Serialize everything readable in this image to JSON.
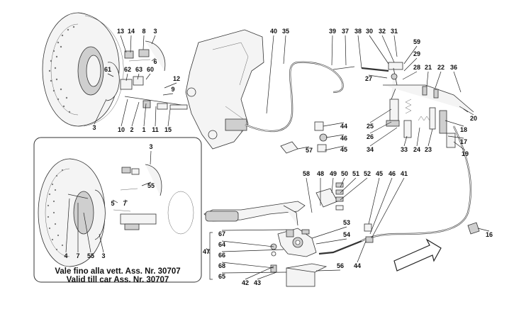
{
  "diagram": {
    "inset_note": {
      "line1": "Vale fino alla vett. Ass. Nr. 30707",
      "line2": "Valid till car Ass. Nr. 30707"
    },
    "callouts": [
      {
        "text": "13"
      },
      {
        "text": "14"
      },
      {
        "text": "8"
      },
      {
        "text": "3"
      },
      {
        "text": "61"
      },
      {
        "text": "62"
      },
      {
        "text": "63"
      },
      {
        "text": "60"
      },
      {
        "text": "6"
      },
      {
        "text": "12"
      },
      {
        "text": "9"
      },
      {
        "text": "3"
      },
      {
        "text": "10"
      },
      {
        "text": "2"
      },
      {
        "text": "1"
      },
      {
        "text": "11"
      },
      {
        "text": "15"
      },
      {
        "text": "40"
      },
      {
        "text": "35"
      },
      {
        "text": "39"
      },
      {
        "text": "37"
      },
      {
        "text": "38"
      },
      {
        "text": "30"
      },
      {
        "text": "32"
      },
      {
        "text": "31"
      },
      {
        "text": "59"
      },
      {
        "text": "29"
      },
      {
        "text": "28"
      },
      {
        "text": "27"
      },
      {
        "text": "21"
      },
      {
        "text": "22"
      },
      {
        "text": "36"
      },
      {
        "text": "20"
      },
      {
        "text": "25"
      },
      {
        "text": "26"
      },
      {
        "text": "18"
      },
      {
        "text": "17"
      },
      {
        "text": "19"
      },
      {
        "text": "34"
      },
      {
        "text": "33"
      },
      {
        "text": "24"
      },
      {
        "text": "23"
      },
      {
        "text": "44"
      },
      {
        "text": "46"
      },
      {
        "text": "45"
      },
      {
        "text": "57"
      },
      {
        "text": "3"
      },
      {
        "text": "55"
      },
      {
        "text": "5"
      },
      {
        "text": "7"
      },
      {
        "text": "4"
      },
      {
        "text": "7"
      },
      {
        "text": "55"
      },
      {
        "text": "3"
      },
      {
        "text": "58"
      },
      {
        "text": "48"
      },
      {
        "text": "49"
      },
      {
        "text": "50"
      },
      {
        "text": "51"
      },
      {
        "text": "52"
      },
      {
        "text": "45"
      },
      {
        "text": "46"
      },
      {
        "text": "41"
      },
      {
        "text": "53"
      },
      {
        "text": "54"
      },
      {
        "text": "67"
      },
      {
        "text": "64"
      },
      {
        "text": "66"
      },
      {
        "text": "68"
      },
      {
        "text": "65"
      },
      {
        "text": "47"
      },
      {
        "text": "42"
      },
      {
        "text": "43"
      },
      {
        "text": "56"
      },
      {
        "text": "44"
      },
      {
        "text": "16"
      }
    ]
  }
}
